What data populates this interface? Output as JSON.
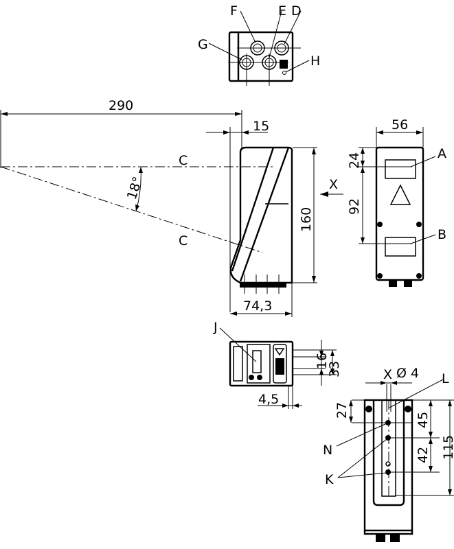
{
  "title": "Dimensioned drawing",
  "dimensions": {
    "range": "290",
    "offset": "15",
    "angle": "18°",
    "height": "160",
    "depth": "74,3",
    "width": "56",
    "top_offset": "24",
    "window_spacing": "92",
    "d16": "16",
    "d33": "33",
    "d4_5": "4,5",
    "hole": "Ø 4",
    "d27": "27",
    "d45": "45",
    "d42": "42",
    "d115": "115"
  },
  "labels": {
    "A": "A",
    "B": "B",
    "C1": "C",
    "C2": "C",
    "D": "D",
    "E": "E",
    "F": "F",
    "G": "G",
    "H": "H",
    "J": "J",
    "K": "K",
    "L": "L",
    "N": "N",
    "X1": "X",
    "X2": "X"
  }
}
